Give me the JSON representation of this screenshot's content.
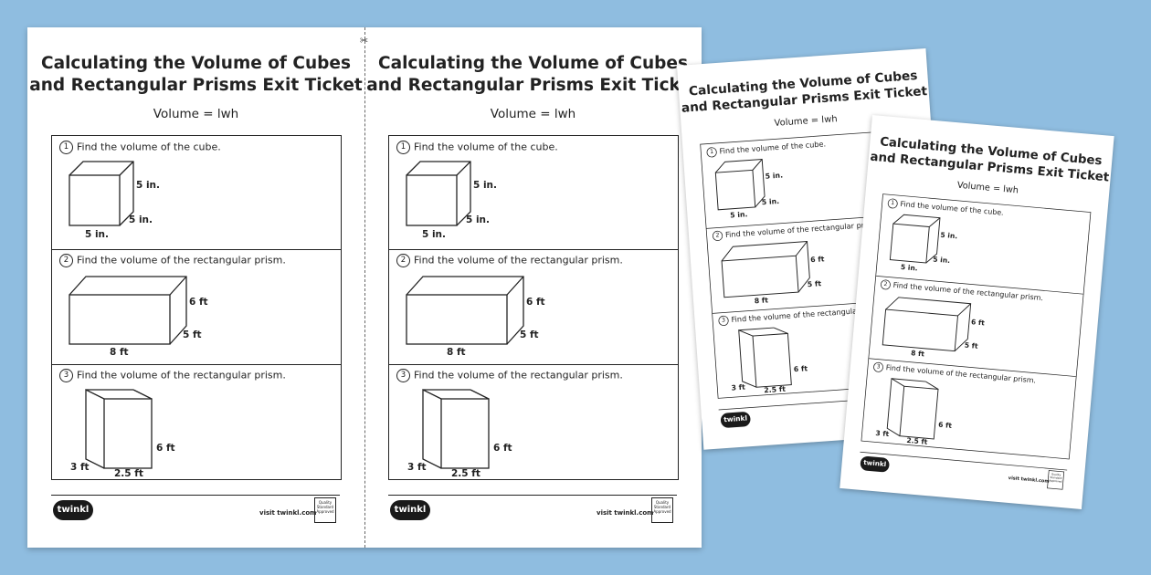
{
  "worksheet": {
    "title_line1": "Calculating the Volume of Cubes",
    "title_line2": "and Rectangular Prisms Exit Ticket",
    "formula": "Volume =  lwh",
    "questions": [
      {
        "number": "1",
        "text": "Find the volume of the cube.",
        "dims": {
          "height": "5 in.",
          "depth": "5 in.",
          "width": "5 in."
        }
      },
      {
        "number": "2",
        "text": "Find the volume of the rectangular prism.",
        "dims": {
          "height": "6 ft",
          "depth": "5 ft",
          "width": "8 ft"
        }
      },
      {
        "number": "3",
        "text": "Find the volume of the rectangular prism.",
        "dims": {
          "height": "6 ft",
          "depth": "3 ft",
          "width": "2.5 ft"
        }
      }
    ],
    "footer": {
      "logo_text": "twinkl",
      "visit_text": "visit twinkl.com",
      "badge_text": "Quality Standard Approved"
    }
  },
  "colors": {
    "background": "#8fbde0",
    "paper": "#ffffff",
    "ink": "#222222"
  }
}
